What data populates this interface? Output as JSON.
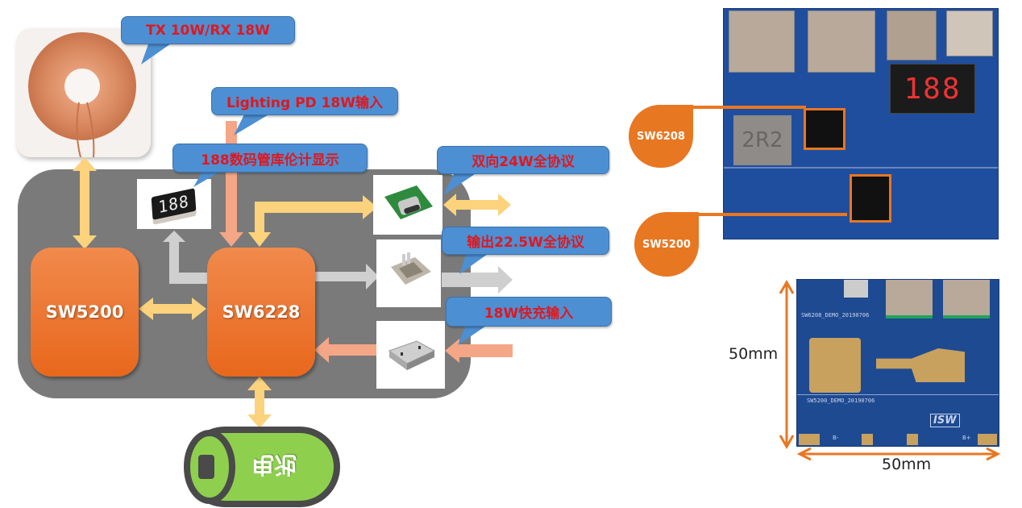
{
  "diagram": {
    "callouts": {
      "wireless": "TX 10W/RX 18W",
      "lightning": "Lighting PD 18W输入",
      "display": "188数码管库伦计显示",
      "typec": "双向24W全协议",
      "usb_a": "输出22.5W全协议",
      "micro_usb": "18W快充输入"
    },
    "chips": {
      "left": "SW5200",
      "center": "SW6228"
    },
    "segment_display_text": "188",
    "battery_label": "电池",
    "colors": {
      "chip_orange": "#ec7428",
      "callout_blue": "#4d8fd3",
      "callout_text_red": "#e0181e",
      "arrow_yellow": "#fcd27c",
      "arrow_salmon": "#f4a686",
      "arrow_gray": "#cfcfcf",
      "board_gray": "#7a7a7a",
      "battery_green": "#8ed04e"
    }
  },
  "photos": {
    "top_board": {
      "tags": [
        "SW6208",
        "SW5200"
      ],
      "display_text": "188",
      "inductor_marking": "2R2"
    },
    "bottom_board": {
      "silkscreen_top": "SW6208_DEMO_20190706",
      "silkscreen_bottom": "SW5200_DEMO_20190706",
      "pad_minus": "B-",
      "pad_plus": "B+",
      "logo": "ISW",
      "height_label": "50mm",
      "width_label": "50mm"
    }
  }
}
